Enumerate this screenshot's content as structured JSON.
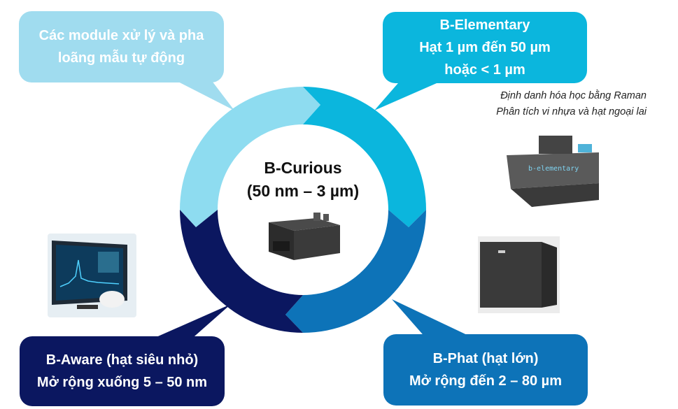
{
  "center": {
    "title": "B-Curious",
    "range": "(50 nm – 3 µm)"
  },
  "top_left": {
    "line1": "Các module xử lý và pha",
    "line2": "loãng mẫu tự động"
  },
  "top_right": {
    "line1": "B-Elementary",
    "line2": "Hạt 1 µm đến 50 µm",
    "line3": "hoặc < 1 µm"
  },
  "notes": {
    "line1": "Định danh hóa học bằng Raman",
    "line2": "Phân tích vi nhựa và hạt ngoại lai"
  },
  "bottom_left": {
    "line1": "B-Aware (hạt siêu nhỏ)",
    "line2": "Mở rộng xuống 5 – 50 nm"
  },
  "bottom_right": {
    "line1": "B-Phat (hạt lớn)",
    "line2": "Mở rộng đến 2 – 80 µm"
  },
  "device_label": "b-elementary",
  "colors": {
    "light_blue": "#a0dcef",
    "cyan": "#0bb6dd",
    "mid_blue": "#0d73b8",
    "navy": "#0b1760"
  }
}
